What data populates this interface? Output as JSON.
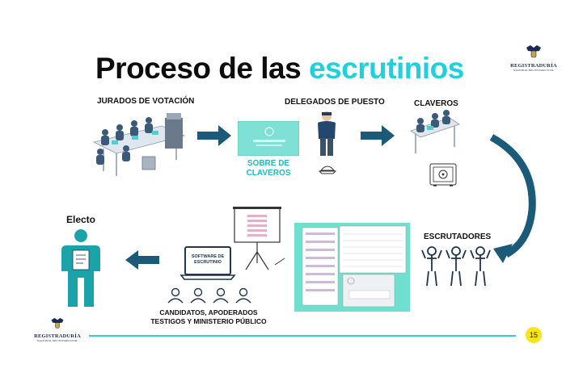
{
  "title": {
    "part1": "Proceso de las ",
    "part2": "escrutinios"
  },
  "labels": {
    "jurados": "JURADOS DE VOTACIÓN",
    "delegados": "DELEGADOS DE PUESTO",
    "claveros": "CLAVEROS",
    "sobre_line1": "SOBRE DE",
    "sobre_line2": "CLAVEROS",
    "escrutadores": "ESCRUTADORES",
    "electo": "Electo",
    "software_line1": "SOFTWARE DE",
    "software_line2": "ESCRUTINIO",
    "candidatos_line1": "CANDIDATOS, APODERADOS",
    "candidatos_line2": "TESTIGOS Y MINISTERIO PÚBLICO"
  },
  "logo": {
    "name": "REGISTRADURÍA",
    "sub": "NACIONAL DEL ESTADO CIVIL"
  },
  "page_number": "15",
  "colors": {
    "accent": "#20d0dc",
    "arrow": "#1c5a7a",
    "figure": "#1aa3a8",
    "navy": "#1f3550",
    "badge": "#f7e516"
  }
}
